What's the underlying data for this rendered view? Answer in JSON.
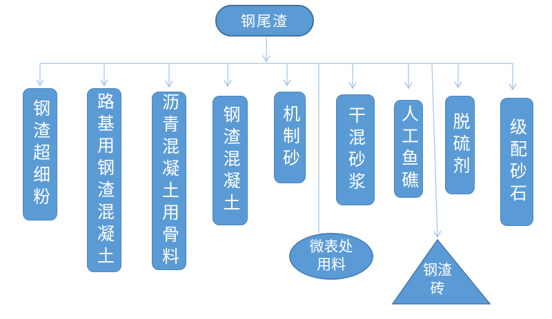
{
  "diagram": {
    "root": {
      "label": "钢尾渣"
    },
    "branches": [
      {
        "label": "钢渣超细粉"
      },
      {
        "label": "路基用钢渣混凝土"
      },
      {
        "label": "沥青混凝土用骨料"
      },
      {
        "label": "钢渣混凝土"
      },
      {
        "label": "机制砂"
      },
      {
        "label": "干混砂浆"
      },
      {
        "label": "人工鱼礁"
      },
      {
        "label": "脱硫剂"
      },
      {
        "label": "级配砂石"
      }
    ],
    "ellipse_node": {
      "lines": [
        "微表处",
        "用料"
      ]
    },
    "triangle_node": {
      "lines": [
        "钢渣",
        "砖"
      ]
    },
    "colors": {
      "node_fill": "#5B9BD5",
      "root_border": "#41719C",
      "box_border": "#4A83BD",
      "connector": "#9EC3E7",
      "text": "#FFFFFF",
      "background": "#FFFFFF"
    }
  }
}
